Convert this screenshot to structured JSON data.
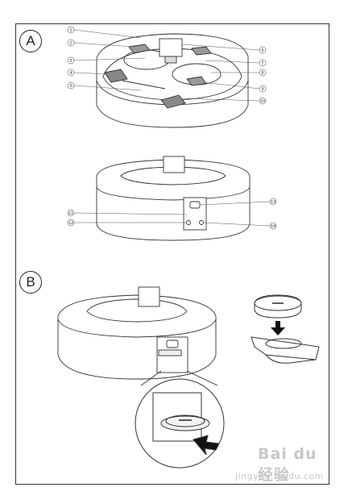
{
  "sections": {
    "a": "A",
    "b": "B"
  },
  "callouts_top": [
    "1",
    "2",
    "3",
    "4",
    "5",
    "6",
    "7",
    "8",
    "9",
    "10"
  ],
  "callouts_mid": [
    "11",
    "12",
    "13",
    "14"
  ],
  "watermark": {
    "logo": "Bai du 经验",
    "url": "jingyan.baidu.com"
  }
}
